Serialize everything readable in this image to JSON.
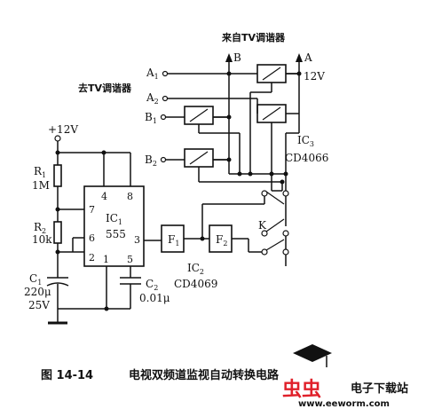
{
  "labels": {
    "from_tv_tuner": "来自TV调谐器",
    "to_tv_tuner": "去TV调谐器",
    "node_b": "B",
    "node_a": "A",
    "a1": "A",
    "a1_sub": "1",
    "a2": "A",
    "a2_sub": "2",
    "b1": "B",
    "b1_sub": "1",
    "b2": "B",
    "b2_sub": "2",
    "plus12v_top": "12V",
    "plus12v_left": "+12V",
    "ic3": "IC",
    "ic3_sub": "3",
    "ic3_part": "CD4066",
    "r1": "R",
    "r1_sub": "1",
    "r1_val": "1M",
    "r2": "R",
    "r2_sub": "2",
    "r2_val": "10k",
    "ic1": "IC",
    "ic1_sub": "1",
    "ic1_part": "555",
    "pin4": "4",
    "pin8": "8",
    "pin7": "7",
    "pin6": "6",
    "pin2": "2",
    "pin1": "1",
    "pin5": "5",
    "pin3": "3",
    "f1": "F",
    "f1_sub": "1",
    "f2": "F",
    "f2_sub": "2",
    "k": "K",
    "ic2": "IC",
    "ic2_sub": "2",
    "ic2_part": "CD4069",
    "c1": "C",
    "c1_sub": "1",
    "c1_val1": "220μ",
    "c1_val2": "25V",
    "c2": "C",
    "c2_sub": "2",
    "c2_val": "0.01μ"
  },
  "caption": {
    "number": "图 14-14",
    "title": "电视双频道监视自动转换电路"
  },
  "watermark": {
    "logo": "虫虫",
    "site_name": "电子下载站",
    "url": "www.eeworm.com"
  }
}
